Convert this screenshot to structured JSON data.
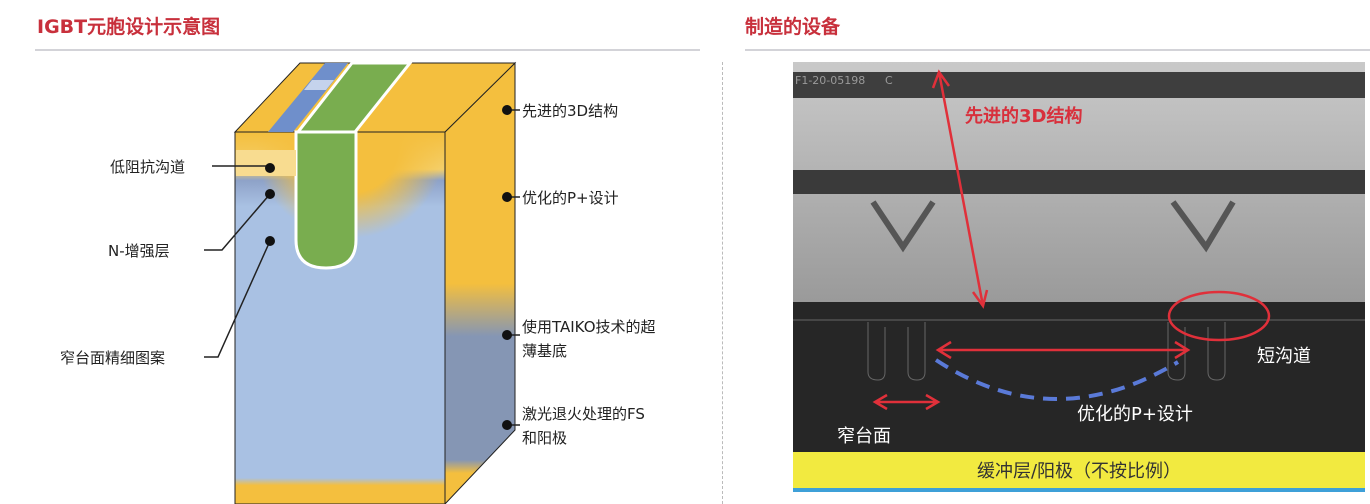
{
  "left_panel": {
    "title": "IGBT元胞设计示意图",
    "labels_left": [
      "低阻抗沟道",
      "N-增强层",
      "窄台面精细图案"
    ],
    "labels_right": [
      "先进的3D结构",
      "优化的P+设计",
      "使用TAIKO技术的超",
      "薄基底",
      "激光退火处理的FS",
      "和阳极"
    ]
  },
  "right_panel": {
    "title": "制造的设备",
    "image_id_text": "F1-20-05198",
    "image_code": "C",
    "annotations": {
      "structure": "先进的3D结构",
      "short_channel": "短沟道",
      "p_plus": "优化的P+设计",
      "narrow_mesa": "窄台面",
      "buffer": "缓冲层/阳极（不按比例）"
    }
  },
  "colors": {
    "accent": "#c8303c",
    "orange": "#f4bf3e",
    "blue": "#a9c1e3",
    "green": "#79ad4f",
    "yellow": "#f2ea40"
  }
}
